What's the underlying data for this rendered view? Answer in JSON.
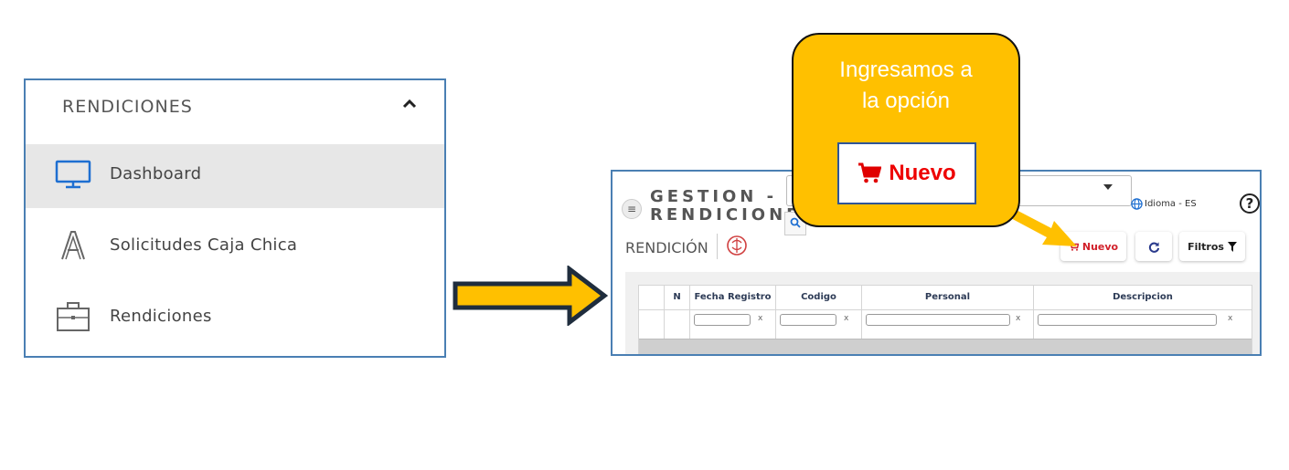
{
  "menu": {
    "title": "RENDICIONES",
    "items": [
      {
        "label": "Dashboard",
        "icon": "monitor-icon",
        "active": true
      },
      {
        "label": "Solicitudes Caja Chica",
        "icon": "letter-a-icon",
        "active": false
      },
      {
        "label": "Rendiciones",
        "icon": "briefcase-icon",
        "active": false
      }
    ]
  },
  "app": {
    "title_line1": "GESTION -",
    "title_line2": "RENDICIONES",
    "language": "Idioma - ES",
    "help": "?",
    "section": "RENDICIÓN",
    "buttons": {
      "nuevo": "Nuevo",
      "filtros": "Filtros"
    },
    "grid": {
      "headers": [
        "N",
        "Fecha Registro",
        "Codigo",
        "Personal",
        "Descripcion"
      ],
      "filter_clear": "x"
    }
  },
  "callout": {
    "text": "Ingresamos a la opción",
    "button_label": "Nuevo"
  },
  "colors": {
    "accent_yellow": "#ffc000",
    "nuevo_red": "#e00000",
    "border_blue": "#4a7fb3"
  }
}
